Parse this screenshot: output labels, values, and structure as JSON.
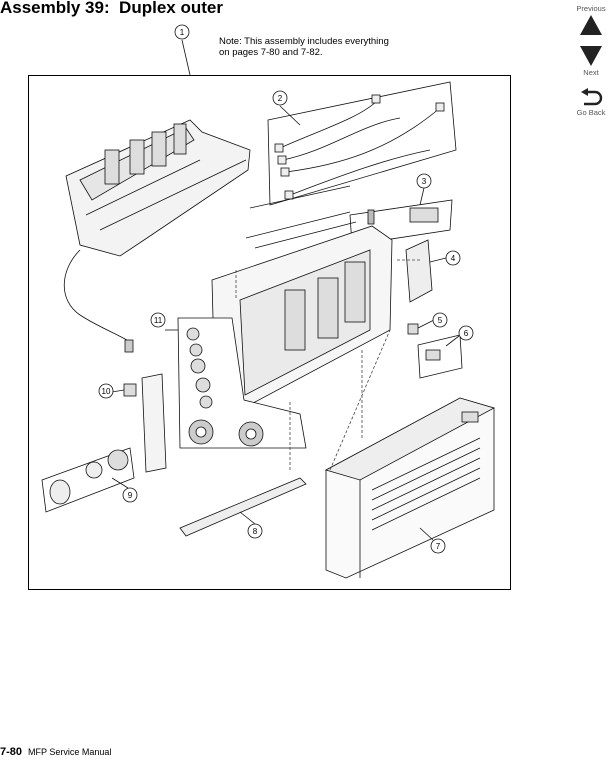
{
  "header": {
    "title": "Assembly 39:  Duplex outer"
  },
  "note": {
    "line1": "Note: This assembly includes everything",
    "line2": "on pages 7-80 and 7-82."
  },
  "nav": {
    "previous_label": "Previous",
    "next_label": "Next",
    "go_back_label": "Go Back"
  },
  "callouts": [
    "1",
    "2",
    "3",
    "4",
    "5",
    "6",
    "7",
    "8",
    "9",
    "10",
    "11"
  ],
  "footer": {
    "page_number": "7-80",
    "manual_title": "MFP Service Manual"
  }
}
